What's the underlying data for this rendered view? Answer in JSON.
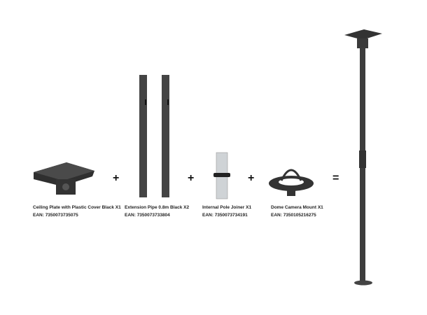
{
  "items": [
    {
      "name": "Ceiling Plate with Plastic Cover Black X1",
      "ean": "EAN: 7350073735075"
    },
    {
      "name": "Extension Pipe 0.8m Black X2",
      "ean": "EAN: 7350073733804"
    },
    {
      "name": "Internal Pole Joiner X1",
      "ean": "EAN: 7350073734191"
    },
    {
      "name": "Dome Camera Mount X1",
      "ean": "EAN: 7350105216275"
    }
  ],
  "symbols": {
    "plus": "+",
    "equals": "="
  },
  "colors": {
    "product": "#3a3a3a",
    "joiner": "#cfd3d6"
  }
}
